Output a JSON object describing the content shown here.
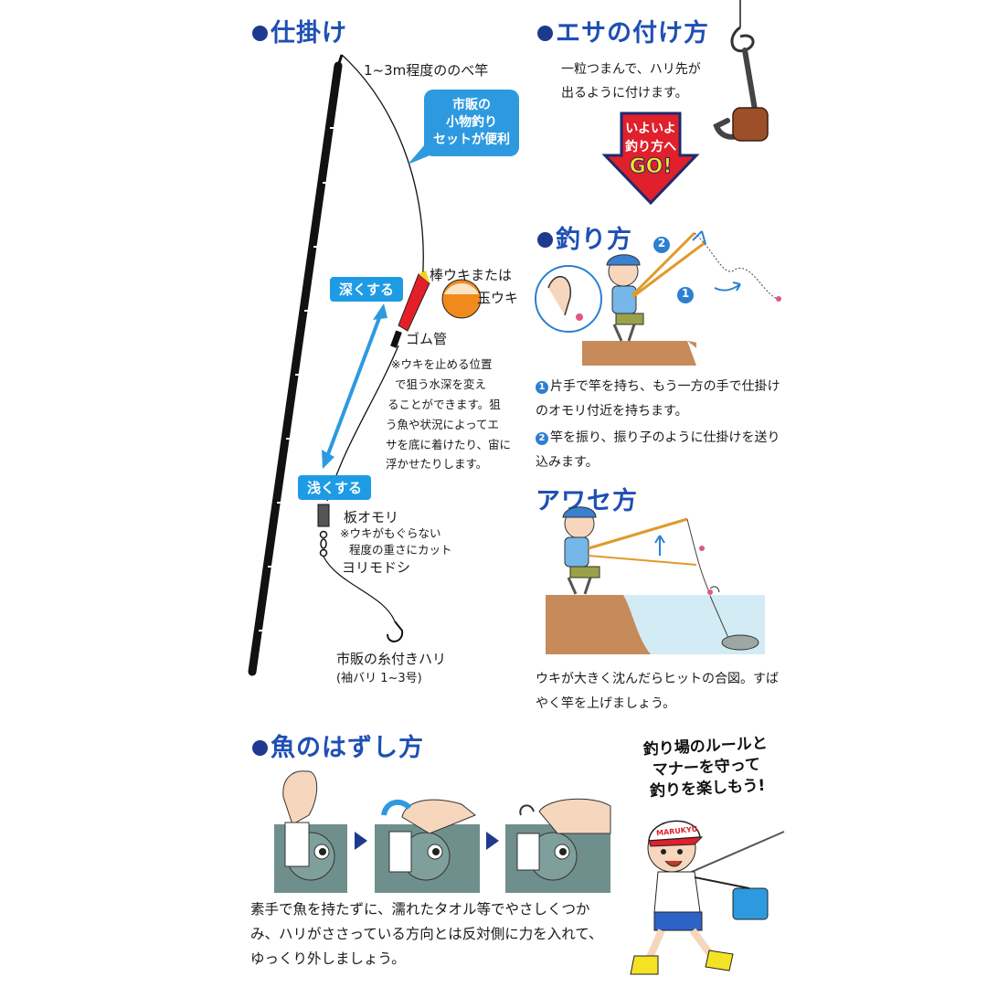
{
  "section_rig": {
    "title": "仕掛け",
    "rod_label": "1~3m程度ののべ竿",
    "bubble_lines": [
      "市販の",
      "小物釣り",
      "セットが便利"
    ],
    "deeper": "深くする",
    "shallower": "浅くする",
    "float_label_1": "棒ウキまたは",
    "float_label_2": "玉ウキ",
    "rubber_tube": "ゴム管",
    "note_lines": [
      "※ウキを止める位置",
      "で狙う水深を変え",
      "ることができます。狙",
      "う魚や状況によってエ",
      "サを底に着けたり、宙に",
      "浮かせたりします。"
    ],
    "weight_label": "板オモリ",
    "weight_note_1": "※ウキがもぐらない",
    "weight_note_2": "程度の重さにカット",
    "swivel_label": "ヨリモドシ",
    "hook_label": "市販の糸付きハリ",
    "hook_size": "(袖バリ 1~3号)"
  },
  "section_bait": {
    "title": "エサの付け方",
    "text_1": "一粒つまんで、ハリ先が",
    "text_2": "出るように付けます。",
    "go_line_1": "いよいよ",
    "go_line_2": "釣り方へ",
    "go_line_3": "GO!"
  },
  "section_fishing": {
    "title": "釣り方",
    "step_1_num": "1",
    "step_2_num": "2",
    "step_1_text": "片手で竿を持ち、もう一方の手で仕掛けのオモリ付近を持ちます。",
    "step_2_text": "竿を振り、振り子のように仕掛けを送り込みます。"
  },
  "section_strike": {
    "title": "アワセ方",
    "text": "ウキが大きく沈んだらヒットの合図。すばやく竿を上げましょう。"
  },
  "section_unhook": {
    "title": "魚のはずし方",
    "text": "素手で魚を持たずに、濡れたタオル等でやさしくつかみ、ハリがささっている方向とは反対側に力を入れて、ゆっくり外しましょう。"
  },
  "rules": {
    "line_1": "釣り場のルールと",
    "line_2": "マナーを守って",
    "line_3": "釣りを楽しもう!",
    "cap_text": "MARUKYU"
  },
  "colors": {
    "title_blue": "#1e4fb4",
    "accent_blue": "#1d9be5",
    "go_red": "#e0202b",
    "float_orange": "#f08a1c"
  }
}
